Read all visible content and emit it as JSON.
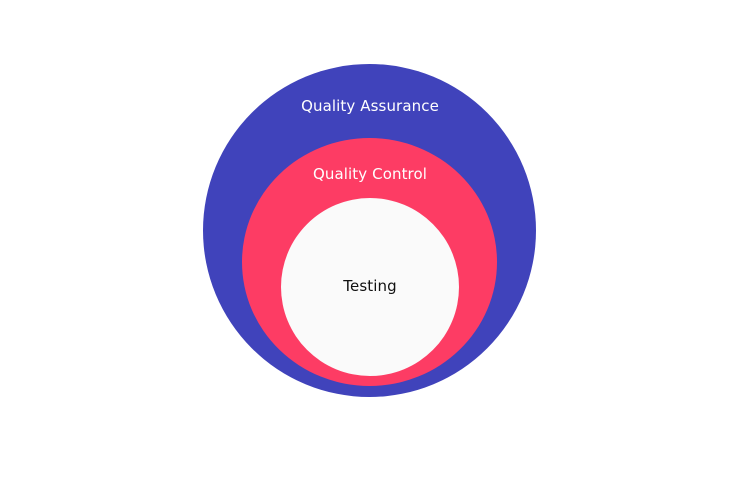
{
  "diagram": {
    "layers": [
      {
        "id": "outer",
        "label": "Quality Assurance",
        "fill": "#4043BB",
        "text_color": "#FFFFFF"
      },
      {
        "id": "middle",
        "label": "Quality Control",
        "fill": "#FD3C64",
        "text_color": "#FFFFFF"
      },
      {
        "id": "inner",
        "label": "Testing",
        "fill": "#FAFAFA",
        "text_color": "#111111"
      }
    ]
  }
}
